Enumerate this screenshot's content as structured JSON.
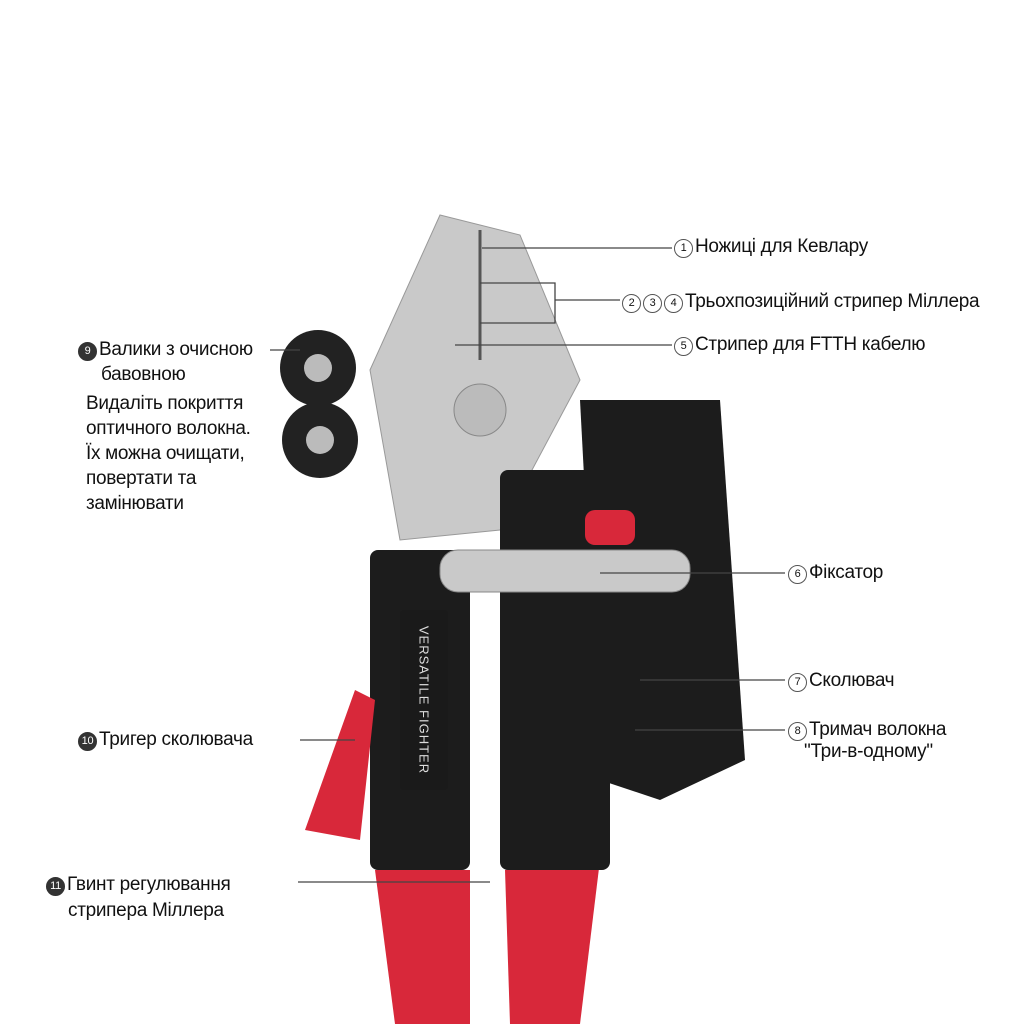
{
  "labels": {
    "l1": {
      "num": "1",
      "text": "Ножиці для Кевлару"
    },
    "l234": {
      "nums": [
        "2",
        "3",
        "4"
      ],
      "text": "Трьохпозиційний стрипер Міллера"
    },
    "l5": {
      "num": "5",
      "text": "Стрипер для FTTH кабелю"
    },
    "l6": {
      "num": "6",
      "text": "Фіксатор"
    },
    "l7": {
      "num": "7",
      "text": "Сколювач"
    },
    "l8": {
      "num": "8",
      "text": "Тримач волокна",
      "text2": "\"Три-в-одному\""
    },
    "l9": {
      "num": "9",
      "text": "Валики з очисною",
      "text2": "бавовною",
      "desc": [
        "Видаліть покриття",
        "оптичного волокна.",
        "Їх можна очищати,",
        "повертати та",
        "замінювати"
      ]
    },
    "l10": {
      "num": "10",
      "text": "Тригер сколювача"
    },
    "l11": {
      "num": "11",
      "text": "Гвинт регулювання",
      "text2": "стрипера Міллера"
    }
  },
  "brand_text": "VERSATILE FIGHTER",
  "colors": {
    "handle": "#d8283a",
    "body": "#1c1c1c",
    "steel": "#c9c9c9"
  }
}
